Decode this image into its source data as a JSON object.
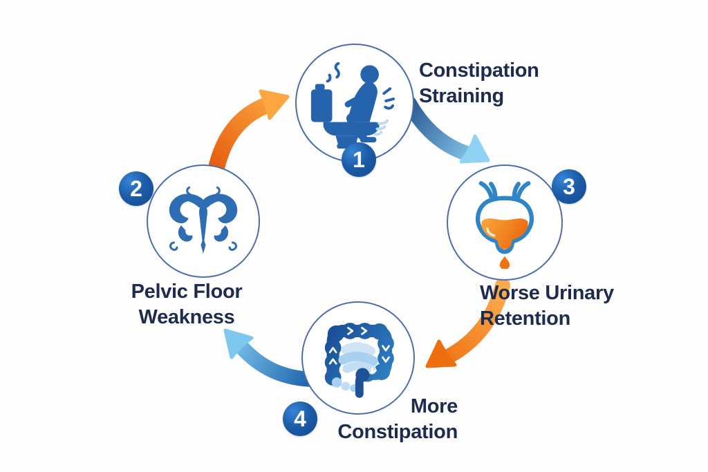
{
  "diagram": {
    "background": "#fefefe",
    "colors": {
      "label_text": "#1d2b4f",
      "circle_stroke": "#4a6cae",
      "badge_blue": "#1d5ca8",
      "icon_blue": "#2563ad",
      "icon_blue_light": "#a9d0ee",
      "bladder_outline": "#2e86c9",
      "bladder_fluid_orange": "#f0820f",
      "arrow_orange_dark": "#e4560a",
      "arrow_orange_light": "#fba640",
      "arrow_blue_dark": "#2a5793",
      "arrow_blue_light": "#8fd2f3"
    },
    "nodes": [
      {
        "number": "1",
        "line1": "Constipation",
        "line2": "Straining",
        "label": "Constipation Straining",
        "icon": "person-straining-on-toilet-icon"
      },
      {
        "number": "2",
        "line1": "Pelvic Floor",
        "line2": "Weakness",
        "label": "Pelvic Floor Weakness",
        "icon": "pelvic-floor-icon"
      },
      {
        "number": "3",
        "line1": "Worse Urinary",
        "line2": "Retention",
        "label": "Worse Urinary Retention",
        "icon": "bladder-icon"
      },
      {
        "number": "4",
        "line1": "More",
        "line2": "Constipation",
        "label": "More Constipation",
        "icon": "large-intestine-icon"
      }
    ],
    "arrows": [
      {
        "from": "Pelvic Floor Weakness",
        "to": "Constipation Straining",
        "color": "orange"
      },
      {
        "from": "Constipation Straining",
        "to": "Worse Urinary Retention",
        "color": "blue"
      },
      {
        "from": "Worse Urinary Retention",
        "to": "More Constipation",
        "color": "orange"
      },
      {
        "from": "More Constipation",
        "to": "Pelvic Floor Weakness",
        "color": "blue"
      }
    ]
  }
}
